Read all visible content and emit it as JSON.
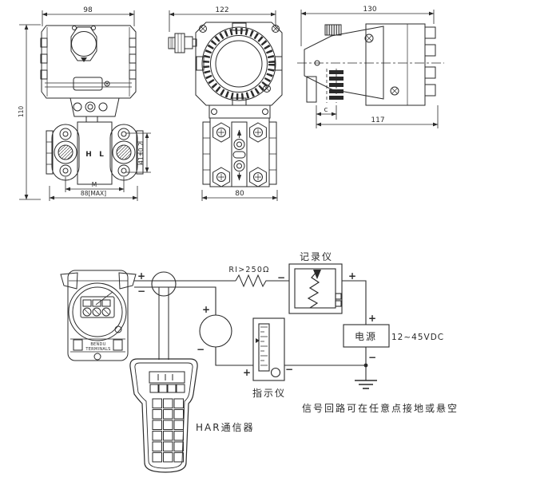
{
  "background": "#ffffff",
  "ink": "#2a2a2a",
  "drawing": {
    "front_view": {
      "dim_width_top": "98",
      "dim_height_left": "110",
      "dim_bolt_span": "M",
      "dim_width_max": "88[MAX]",
      "dim_conn_spacing": "41±0.2",
      "mark_high": "H",
      "mark_low": "L"
    },
    "side_view": {
      "dim_width_top": "122",
      "dim_width_bottom": "80"
    },
    "top_view": {
      "dim_width_top": "130",
      "dim_width_bottom": "117",
      "dim_small": "c"
    }
  },
  "wiring": {
    "transmitter": {
      "terminal_label_1": "BENDU",
      "terminal_label_2": "TERMINALS"
    },
    "loop_resistor_label": "RI>250Ω",
    "recorder": {
      "label": "记录仪"
    },
    "indicator": {
      "label": "指示仪"
    },
    "power": {
      "label": "电源",
      "range": "12~45VDC"
    },
    "communicator": {
      "label": "HAR通信器"
    },
    "note": "信号回路可在任意点接地或悬空",
    "polarity": {
      "plus": "+",
      "minus": "−"
    }
  }
}
